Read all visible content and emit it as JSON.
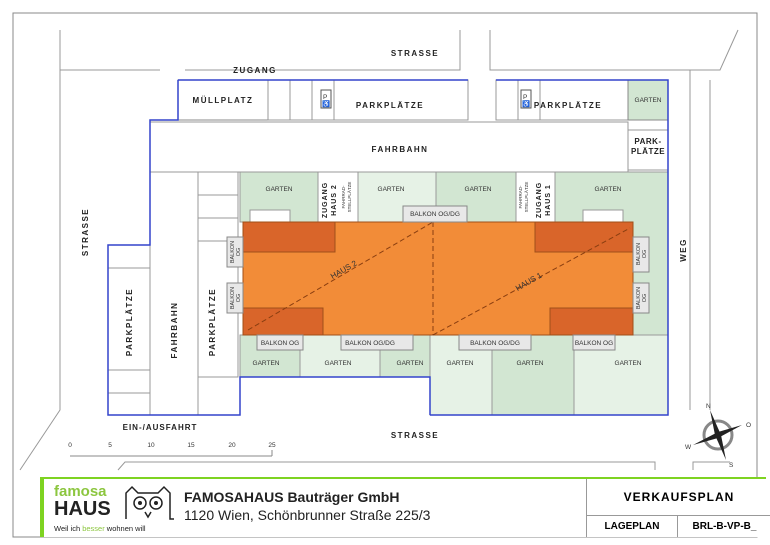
{
  "plan": {
    "street_top": "STRASSE",
    "street_bottom": "STRASSE",
    "street_left": "STRASSE",
    "weg": "WEG",
    "zugang": "ZUGANG",
    "muellplatz": "MÜLLPLATZ",
    "parkplaetze_top1": "PARKPLÄTZE",
    "parkplaetze_top2": "PARKPLÄTZE",
    "park_right_1": "PARK-",
    "park_right_2": "PLÄTZE",
    "fahrbahn_top": "FAHRBAHN",
    "fahrbahn_left": "FAHRBAHN",
    "parkplaetze_left1": "PARKPLÄTZE",
    "parkplaetze_left2": "PARKPLÄTZE",
    "ein_ausfahrt": "EIN-/AUSFAHRT",
    "garten": "GARTEN",
    "zugang_haus2_a": "ZUGANG",
    "zugang_haus2_b": "HAUS 2",
    "zugang_haus1_a": "ZUGANG",
    "zugang_haus1_b": "HAUS 1",
    "fahrrad_a": "FAHRRAD-",
    "fahrrad_b": "STELLPLÄTZE",
    "balkon_ogdg": "BALKON OG/DG",
    "balkon_og": "BALKON OG",
    "balkon": "BALKON",
    "og": "OG",
    "haus1": "HAUS 1",
    "haus2": "HAUS 2"
  },
  "scale": {
    "ticks": [
      "0",
      "5",
      "10",
      "15",
      "20",
      "25"
    ]
  },
  "compass": {
    "n": "N",
    "o": "O",
    "s": "S",
    "w": "W"
  },
  "footer": {
    "logo_top": "famosa",
    "logo_bottom": "HAUS",
    "slogan_1": "Weil ich ",
    "slogan_2": "besser",
    "slogan_3": " wohnen will",
    "company": "FAMOSAHAUS Bauträger GmbH",
    "address": "1120 Wien, Schönbrunner Straße 225/3",
    "plan_type": "VERKAUFSPLAN",
    "plan_name": "LAGEPLAN",
    "plan_code": "BRL-B-VP-B_"
  },
  "colors": {
    "building": "#f28c38",
    "terrace": "#d9652a",
    "garden": "#d2e6d2",
    "garden_light": "#e6f2e6",
    "boundary": "#3344cc",
    "accent": "#7ed321"
  }
}
